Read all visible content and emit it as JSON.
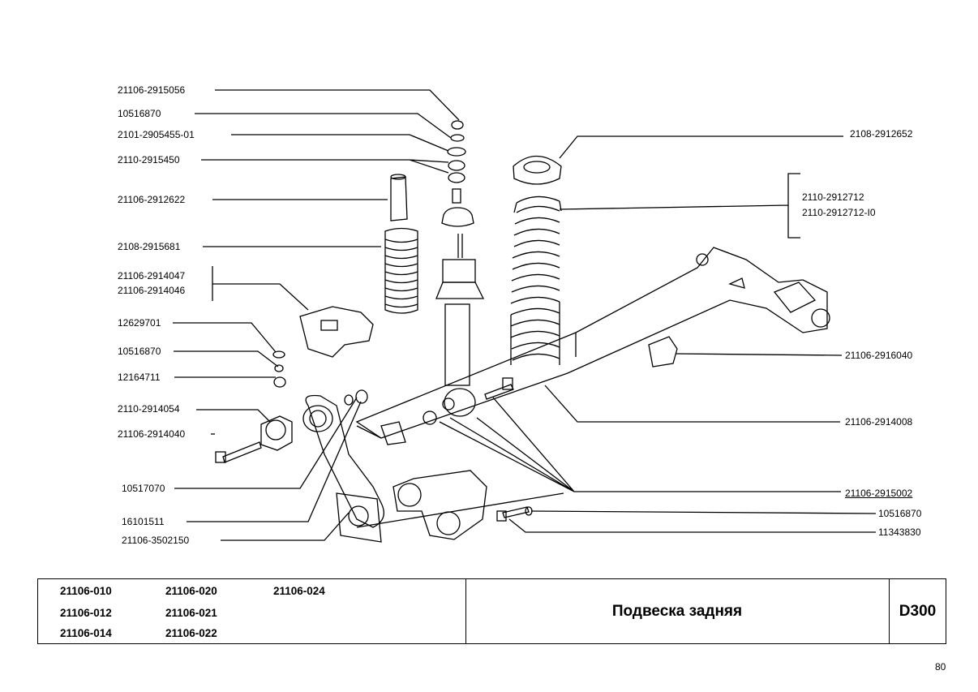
{
  "callouts_left": [
    {
      "id": "p1",
      "text": "21106-2915056"
    },
    {
      "id": "p2",
      "text": "10516870"
    },
    {
      "id": "p3",
      "text": "2101-2905455-01"
    },
    {
      "id": "p4",
      "text": "2110-2915450"
    },
    {
      "id": "p5",
      "text": "21106-2912622"
    },
    {
      "id": "p6",
      "text": "2108-2915681"
    },
    {
      "id": "p7a",
      "text": "21106-2914047"
    },
    {
      "id": "p7b",
      "text": "21106-2914046"
    },
    {
      "id": "p8",
      "text": "12629701"
    },
    {
      "id": "p9",
      "text": "10516870"
    },
    {
      "id": "p10",
      "text": "12164711"
    },
    {
      "id": "p11",
      "text": "2110-2914054"
    },
    {
      "id": "p12",
      "text": "21106-2914040"
    },
    {
      "id": "p13",
      "text": "10517070"
    },
    {
      "id": "p14",
      "text": "16101511"
    },
    {
      "id": "p15",
      "text": "21106-3502150"
    }
  ],
  "callouts_right": [
    {
      "id": "q1",
      "text": "2108-2912652"
    },
    {
      "id": "q2a",
      "text": "2110-2912712"
    },
    {
      "id": "q2b",
      "text": "2110-2912712-I0"
    },
    {
      "id": "q3",
      "text": "21106-2916040"
    },
    {
      "id": "q4",
      "text": "21106-2914008"
    },
    {
      "id": "q5",
      "text": "21106-2915002"
    },
    {
      "id": "q6",
      "text": "10516870"
    },
    {
      "id": "q7",
      "text": "11343830"
    }
  ],
  "footer": {
    "models": [
      "21106-010",
      "21106-020",
      "21106-024",
      "21106-012",
      "21106-021",
      "21106-014",
      "21106-022"
    ],
    "title": "Подвеска задняя",
    "code": "D300"
  },
  "page_number": "80"
}
